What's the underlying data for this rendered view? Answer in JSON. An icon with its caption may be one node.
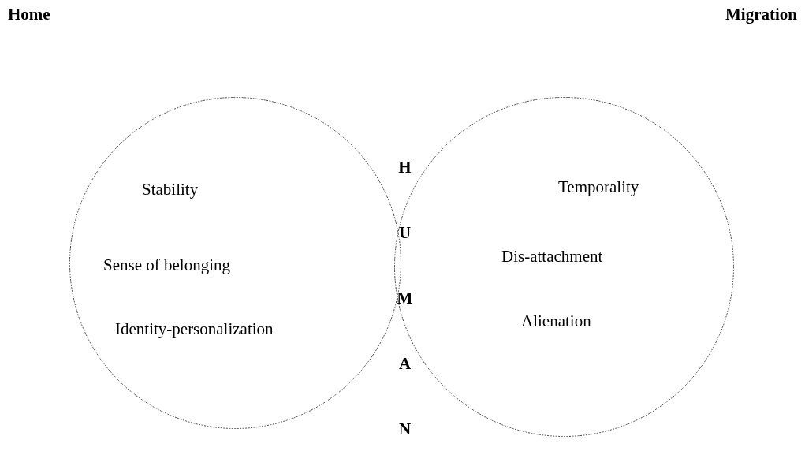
{
  "diagram": {
    "nodes": [
      {
        "text": [
          "Home",
          "Stability",
          "Sense of belonging",
          "Identity-personalization"
        ]
      },
      {
        "text": [
          "Migration",
          "Temporality",
          "Dis-attachment",
          "Alienation"
        ]
      }
    ],
    "labels": [
      "HUMAN"
    ]
  }
}
